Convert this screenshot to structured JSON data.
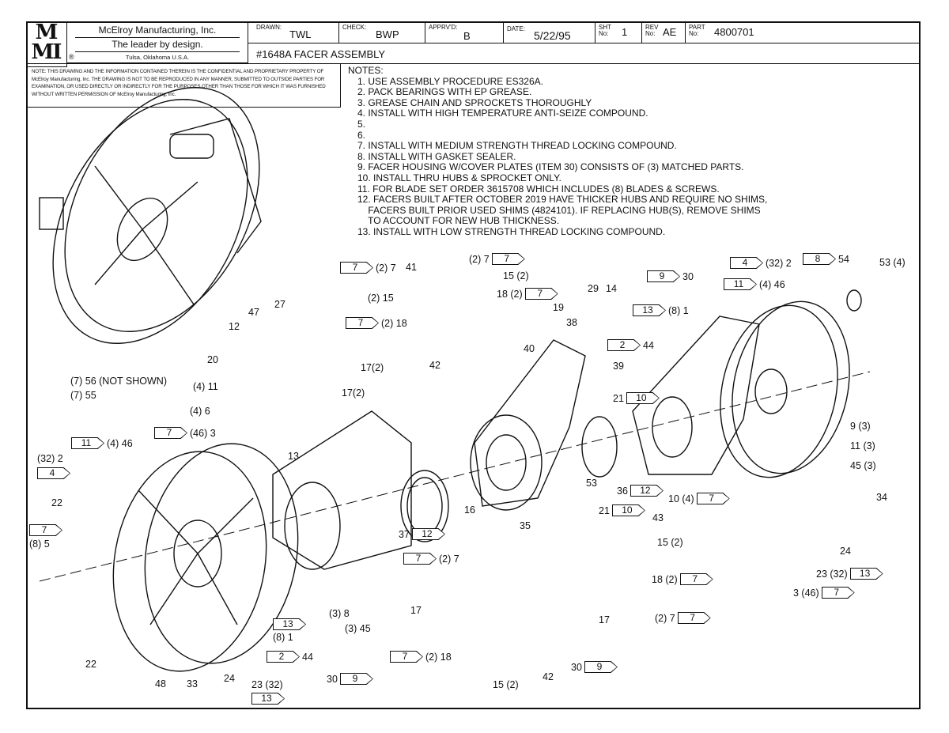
{
  "title_block": {
    "logo": "MMI",
    "company": "McElroy Manufacturing, Inc.",
    "tagline": "The leader by design.",
    "location": "Tulsa, Oklahoma U.S.A.",
    "drawn_label": "DRAWN:",
    "drawn": "TWL",
    "check_label": "CHECK:",
    "check": "BWP",
    "apprvd_label": "APPRV'D:",
    "apprvd": "B",
    "date_label": "DATE:",
    "date": "5/22/95",
    "sht_label": "SHT No:",
    "sht": "1",
    "rev_label": "REV No:",
    "rev": "AE",
    "part_label": "PART No:",
    "part": "4800701",
    "drawing_title": "#1648A FACER ASSEMBLY"
  },
  "confidential": "NOTE: THIS DRAWING AND THE INFORMATION CONTAINED THEREIN IS THE CONFIDENTIAL AND PROPRIETARY PROPERTY OF McElroy Manufacturing, Inc. THE DRAWING IS NOT TO BE REPRODUCED IN ANY MANNER, SUBMITTED TO OUTSIDE PARTIES FOR EXAMINATION, OR USED DIRECTLY OR INDIRECTLY FOR THE PURPOSES OTHER THAN THOSE FOR WHICH IT WAS FURNISHED WITHOUT WRITTEN PERMISSION OF McElroy Manufacturing, Inc.",
  "notes": {
    "heading": "NOTES:",
    "items": [
      "1. USE ASSEMBLY PROCEDURE ES326A.",
      "2. PACK BEARINGS WITH EP GREASE.",
      "3. GREASE CHAIN AND SPROCKETS THOROUGHLY",
      "4. INSTALL WITH HIGH TEMPERATURE ANTI-SEIZE COMPOUND.",
      "5.",
      "6.",
      "7. INSTALL WITH MEDIUM STRENGTH THREAD LOCKING COMPOUND.",
      "8. INSTALL WITH GASKET SEALER.",
      "9. FACER HOUSING W/COVER PLATES (ITEM 30) CONSISTS OF (3) MATCHED PARTS.",
      "10. INSTALL THRU HUBS & SPROCKET ONLY.",
      "11. FOR BLADE SET ORDER 3615708 WHICH INCLUDES (8) BLADES & SCREWS.",
      "12. FACERS BUILT AFTER OCTOBER 2019 HAVE THICKER HUBS AND REQUIRE NO SHIMS,\n    FACERS BUILT PRIOR USED SHIMS (4824101). IF REPLACING HUB(S), REMOVE SHIMS\n    TO ACCOUNT FOR NEW HUB THICKNESS.",
      "13. INSTALL WITH LOW STRENGTH THREAD LOCKING COMPOUND."
    ]
  },
  "callouts": [
    {
      "text": "(2) 7",
      "flag": "7",
      "side": "after"
    },
    {
      "text": "(2) 7",
      "flag": "7",
      "side": "before"
    },
    {
      "text": "41"
    },
    {
      "text": "15 (2)"
    },
    {
      "text": "(2) 15"
    },
    {
      "text": "18 (2)",
      "flag": "7",
      "side": "after"
    },
    {
      "text": "(2) 18",
      "flag": "7",
      "side": "before"
    },
    {
      "text": "19"
    },
    {
      "text": "38"
    },
    {
      "text": "29"
    },
    {
      "text": "14"
    },
    {
      "text": "(8) 1",
      "flag": "13",
      "side": "before"
    },
    {
      "text": "30",
      "flag": "9",
      "side": "before"
    },
    {
      "text": "(32) 2",
      "flag": "4",
      "side": "before"
    },
    {
      "text": "54",
      "flag": "8",
      "side": "before"
    },
    {
      "text": "53 (4)"
    },
    {
      "text": "(4) 46",
      "flag": "11",
      "side": "before"
    },
    {
      "text": "44",
      "flag": "2",
      "side": "before"
    },
    {
      "text": "40"
    },
    {
      "text": "39"
    },
    {
      "text": "42"
    },
    {
      "text": "17(2)"
    },
    {
      "text": "17(2)"
    },
    {
      "text": "47"
    },
    {
      "text": "27"
    },
    {
      "text": "12"
    },
    {
      "text": "20"
    },
    {
      "text": "(7) 56 (NOT SHOWN)"
    },
    {
      "text": "(7) 55"
    },
    {
      "text": "(4) 11"
    },
    {
      "text": "(4) 6"
    },
    {
      "text": "(46) 3",
      "flag": "7",
      "side": "before"
    },
    {
      "text": "(4) 46",
      "flag": "11",
      "side": "before"
    },
    {
      "text": "(32) 2"
    },
    {
      "text": "",
      "flag": "4",
      "side": "before"
    },
    {
      "text": "13"
    },
    {
      "text": "21",
      "flag": "10",
      "side": "after"
    },
    {
      "text": "9 (3)"
    },
    {
      "text": "11 (3)"
    },
    {
      "text": "45 (3)"
    },
    {
      "text": "34"
    },
    {
      "text": "53"
    },
    {
      "text": "36",
      "flag": "12",
      "side": "after"
    },
    {
      "text": "10 (4)",
      "flag": "7",
      "side": "after"
    },
    {
      "text": "21",
      "flag": "10",
      "side": "after"
    },
    {
      "text": "16"
    },
    {
      "text": "37",
      "flag": "12",
      "side": "after"
    },
    {
      "text": "35"
    },
    {
      "text": "43"
    },
    {
      "text": "15 (2)"
    },
    {
      "text": "22"
    },
    {
      "text": "",
      "flag": "7",
      "side": "before"
    },
    {
      "text": "(8) 5"
    },
    {
      "text": "(2) 7",
      "flag": "7",
      "side": "before"
    },
    {
      "text": "18 (2)",
      "flag": "7",
      "side": "after"
    },
    {
      "text": "24"
    },
    {
      "text": "23 (32)",
      "flag": "13",
      "side": "after"
    },
    {
      "text": "3 (46)",
      "flag": "7",
      "side": "after"
    },
    {
      "text": "17"
    },
    {
      "text": "17"
    },
    {
      "text": "(2) 7",
      "flag": "7",
      "side": "after"
    },
    {
      "text": "",
      "flag": "13",
      "side": "before"
    },
    {
      "text": "(8) 1"
    },
    {
      "text": "(3) 8"
    },
    {
      "text": "(3) 45"
    },
    {
      "text": "44",
      "flag": "2",
      "side": "before"
    },
    {
      "text": "(2) 18",
      "flag": "7",
      "side": "before"
    },
    {
      "text": "30",
      "flag": "9",
      "side": "after"
    },
    {
      "text": "22"
    },
    {
      "text": "48"
    },
    {
      "text": "33"
    },
    {
      "text": "24"
    },
    {
      "text": "23 (32)"
    },
    {
      "text": "",
      "flag": "13",
      "side": "before"
    },
    {
      "text": "30",
      "flag": "9",
      "side": "after"
    },
    {
      "text": "42"
    },
    {
      "text": "15 (2)"
    }
  ]
}
